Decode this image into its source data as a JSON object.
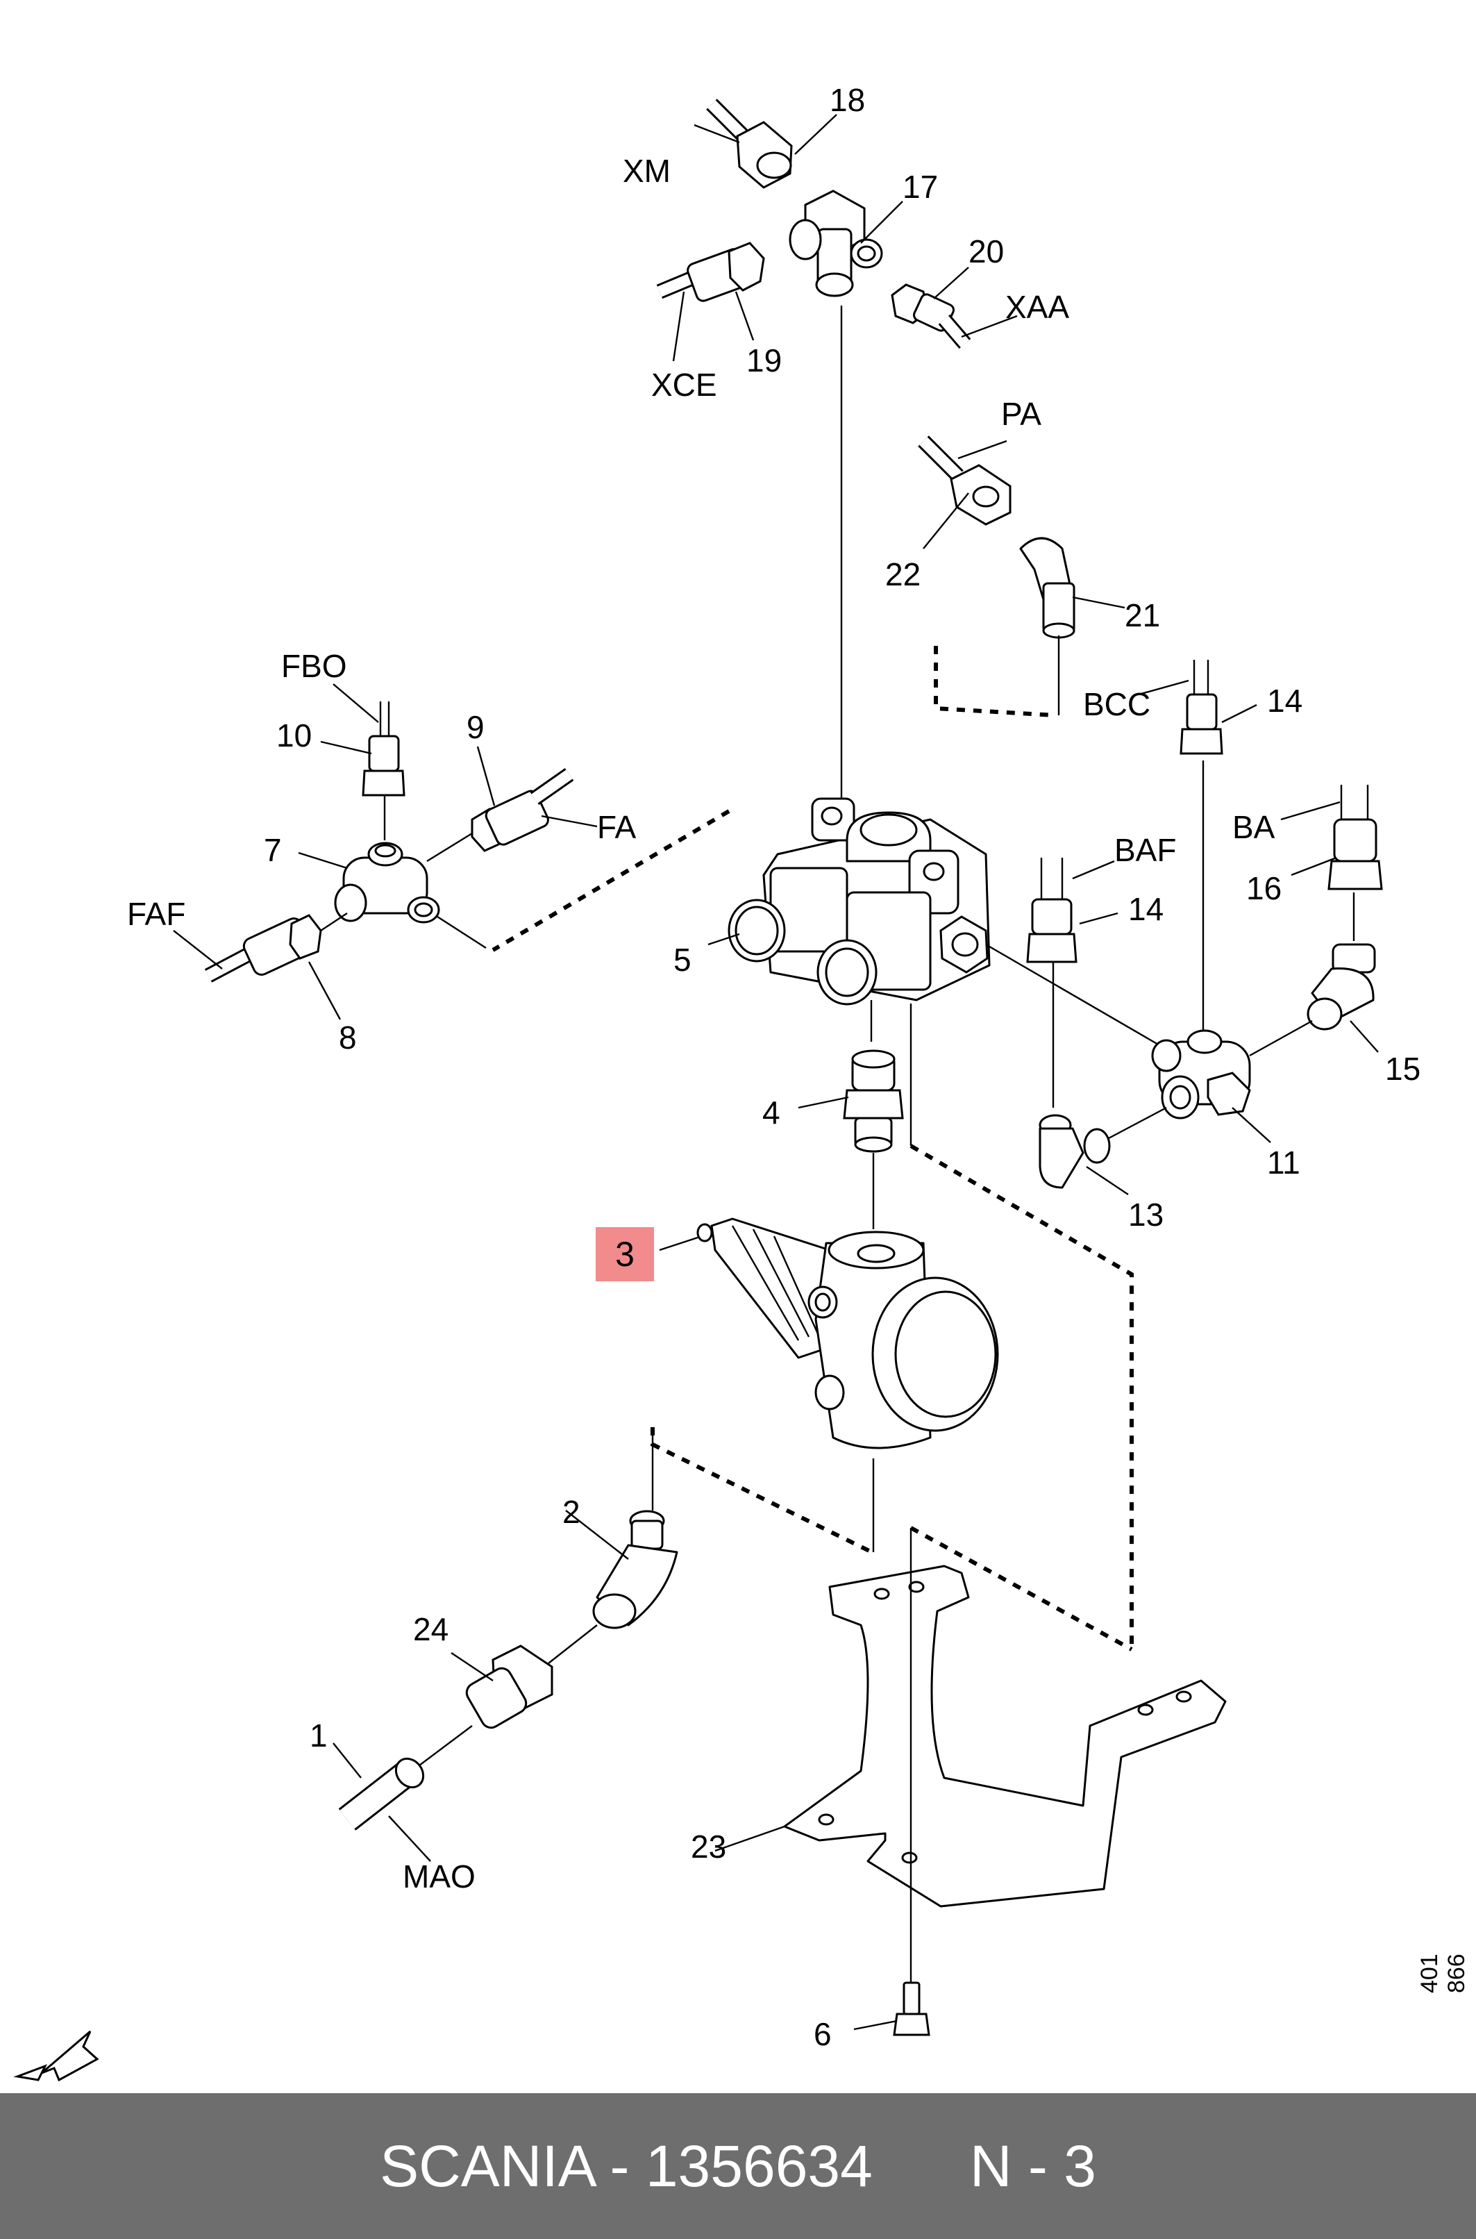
{
  "diagram": {
    "callouts": {
      "c18": "18",
      "c17": "17",
      "c20": "20",
      "c19": "19",
      "c22": "22",
      "c21": "21",
      "c14a": "14",
      "c14b": "14",
      "c10": "10",
      "c9": "9",
      "c7": "7",
      "c8": "8",
      "c5": "5",
      "c16": "16",
      "c15": "15",
      "c4": "4",
      "c11": "11",
      "c13": "13",
      "c3": "3",
      "c2": "2",
      "c24": "24",
      "c1": "1",
      "c23": "23",
      "c6": "6"
    },
    "connections": {
      "xm": "XM",
      "xaa": "XAA",
      "xce": "XCE",
      "pa": "PA",
      "bcc": "BCC",
      "fbo": "FBO",
      "fa": "FA",
      "faf": "FAF",
      "baf": "BAF",
      "ba": "BA",
      "mao": "MAO"
    },
    "highlighted_part": "3",
    "document_number": "401 866"
  },
  "footer": {
    "brand": "SCANIA",
    "separator": " - ",
    "part_number": "1356634",
    "position_label": "N - 3"
  },
  "colors": {
    "footer_background": "#6e6e6e",
    "footer_text": "#ffffff",
    "highlight": "#f28b8b",
    "line": "#000000"
  }
}
